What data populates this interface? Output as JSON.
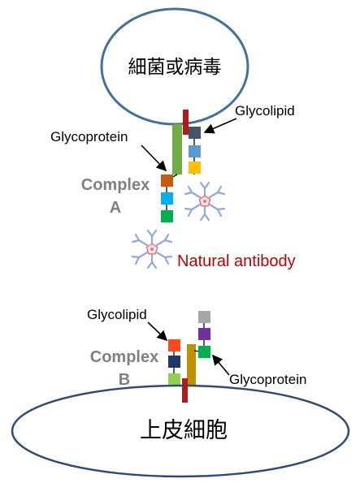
{
  "pathogen": {
    "label": "細菌或病毒"
  },
  "epithelium": {
    "label": "上皮細胞"
  },
  "complex_a": {
    "title_line1": "Complex",
    "title_line2": "A",
    "glycolipid_label": "Glycolipid",
    "glycoprotein_label": "Glycoprotein"
  },
  "natural_antibody": {
    "label": "Natural antibody"
  },
  "complex_b": {
    "title_line1": "Complex",
    "title_line2": "B",
    "glycolipid_label": "Glycolipid",
    "glycoprotein_label": "Glycoprotein"
  },
  "colors": {
    "outline": "#41719c",
    "membrane_anchor": "#b01c1c",
    "protein_a": "#70ad47",
    "protein_b": "#bf9000",
    "complex_text": "#808080",
    "antibody_text": "#c00000",
    "antibody_stroke": "#8fa9dc",
    "antibody_core": "#e07b7b",
    "sugar_slate": "#44546a",
    "sugar_lightblue": "#5b9bd5",
    "sugar_yellow": "#ffc000",
    "sugar_orange": "#c55a11",
    "sugar_cyan": "#00b0f0",
    "sugar_green": "#00b050",
    "sugar_red": "#ff4b1a",
    "sugar_navy": "#1f3864",
    "sugar_lightgreen": "#92d050",
    "sugar_gray": "#a6a6a6",
    "sugar_purple": "#7030a0"
  },
  "icons": [
    "arrow-icon",
    "antibody-icon"
  ]
}
